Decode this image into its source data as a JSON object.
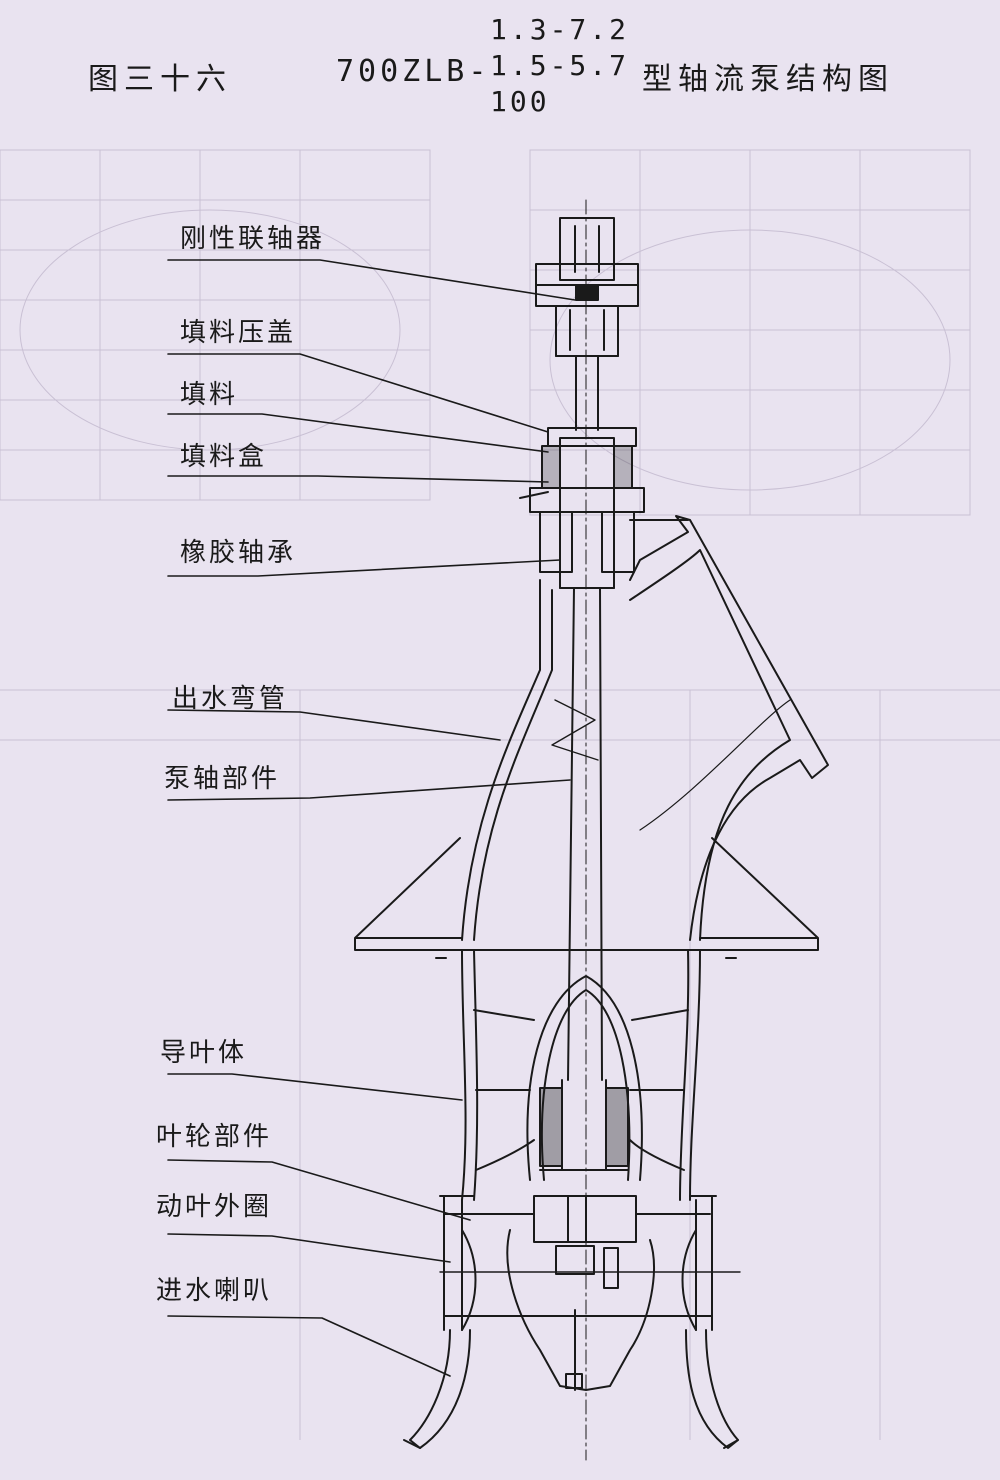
{
  "title": {
    "figure_no": "图三十六",
    "model_prefix": "700ZLB-",
    "model_variants": [
      "1.3-7.2",
      "1.5-5.7",
      "100"
    ],
    "suffix": "型轴流泵结构图"
  },
  "parts": [
    "刚性联轴器",
    "填料压盖",
    "填料",
    "填料盒",
    "橡胶轴承",
    "出水弯管",
    "泵轴部件",
    "导叶体",
    "叶轮部件",
    "动叶外圈",
    "进水喇叭"
  ],
  "colors": {
    "background": "#e9e3f0",
    "ink": "#1a1a1a",
    "ghost_print": "#bdb3c9"
  }
}
